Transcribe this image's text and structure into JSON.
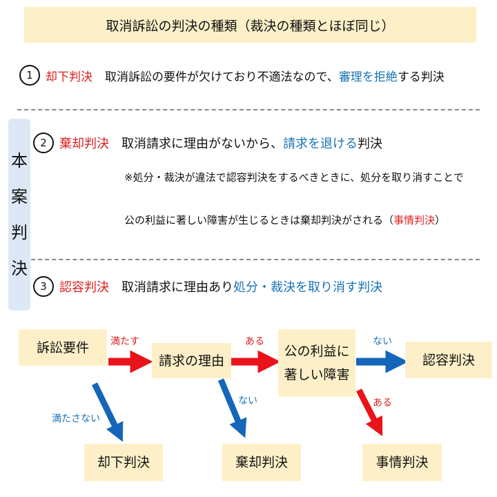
{
  "title": "取消訴訟の判決の種類（裁決の種類とほぼ同じ）",
  "side_label": [
    "本",
    "案",
    "判",
    "決"
  ],
  "items": [
    {
      "num": "1",
      "label": "却下判決",
      "text": "取消訴訟の要件が欠けており不適法なので、",
      "highlight": "審理を拒絶",
      "tail": "する判決"
    },
    {
      "num": "2",
      "label": "棄却判決",
      "text": "取消請求に理由がないから、",
      "highlight": "請求を退ける",
      "tail": "判決",
      "note_line1": "※処分・裁決が違法で認容判決をするべきときに、処分を取り消すことで",
      "note_line2": "公の利益に著しい障害が生じるときは棄却判決がされる（",
      "note_red": "事情判決",
      "note_close": "）"
    },
    {
      "num": "3",
      "label": "認容判決",
      "text": "取消請求に理由あり",
      "highlight": "処分・裁決を取り消す判決"
    }
  ],
  "flow": {
    "nodes": {
      "requirements": "訴訟要件",
      "reason": "請求の理由",
      "public_interest_1": "公の利益に",
      "public_interest_2": "著しい障害",
      "approve": "認容判決",
      "dismiss": "却下判決",
      "reject": "棄却判決",
      "circumstance": "事情判決"
    },
    "edges": {
      "satisfy": "満たす",
      "not_satisfy": "満たさない",
      "reason_yes": "ある",
      "reason_no": "ない",
      "harm_no": "ない",
      "harm_yes": "ある"
    },
    "colors": {
      "red": "#e8141a",
      "blue": "#1466b8",
      "box": "#fdf0c8",
      "side": "#dce8f5"
    }
  }
}
